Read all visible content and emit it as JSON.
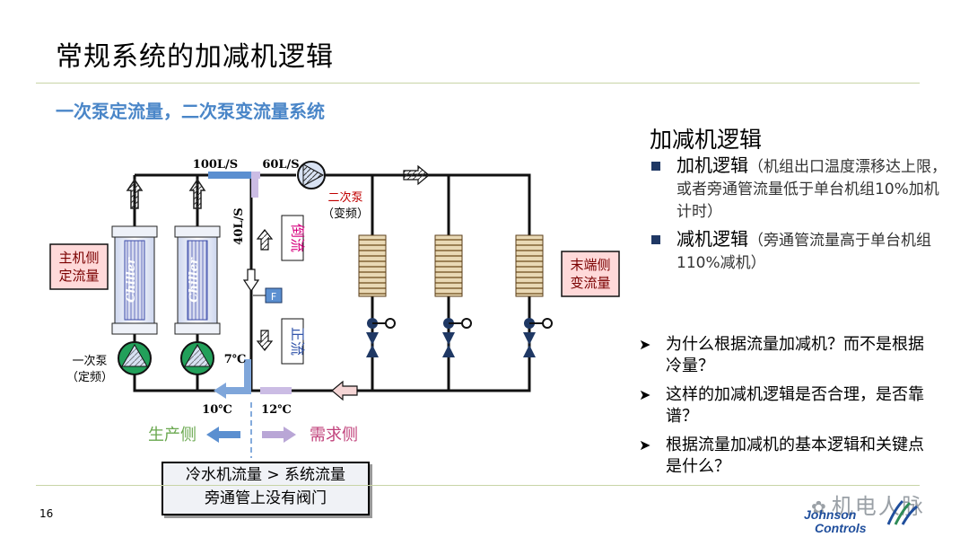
{
  "slide": {
    "title": "常规系统的加减机逻辑",
    "subtitle": "一次泵定流量，二次泵变流量系统",
    "page_number": "16"
  },
  "diagram": {
    "flow_labels": {
      "total_flow": "100L/S",
      "secondary_flow": "60L/S",
      "bypass_flow": "40L/S"
    },
    "temperatures": {
      "chiller_out": "7℃",
      "return_left": "10℃",
      "return_right": "12℃"
    },
    "primary_side_label": "主机侧\n定流量",
    "terminal_side_label": "末端侧\n变流量",
    "chiller_label": "Chiller",
    "primary_pump_label": "一次泵",
    "primary_pump_note": "（定频）",
    "secondary_pump_label": "二次泵",
    "secondary_pump_note": "（变频）",
    "reverse_flow_label": "倒流",
    "forward_flow_label": "正流",
    "flow_meter_label": "F",
    "production_side": "生产侧",
    "demand_side": "需求侧",
    "colors": {
      "pipe": "#111111",
      "flow_blue": "#5b8fd0",
      "flow_purple": "#b9a6d6",
      "production_green": "#6aa84f",
      "demand_pink": "#c0407a",
      "reverse_pink": "#d6007e",
      "forward_blue": "#3355aa"
    }
  },
  "note_box": {
    "line1": "冷水机流量 > 系统流量",
    "line2": "旁通管上没有阀门"
  },
  "logic": {
    "title": "加减机逻辑",
    "add_head": "加机逻辑",
    "add_detail": "（机组出口温度漂移达上限，或者旁通管流量低于单台机组10%加机计时）",
    "sub_head": "减机逻辑",
    "sub_detail": "（旁通管流量高于单台机组110%减机）"
  },
  "questions": [
    "为什么根据流量加减机？而不是根据冷量？",
    "这样的加减机逻辑是否合理，是否靠谱？",
    "根据流量加减机的基本逻辑和关键点是什么？"
  ],
  "watermark": "机电人脉",
  "logo": {
    "line1": "Johnson",
    "line2": "Controls"
  }
}
